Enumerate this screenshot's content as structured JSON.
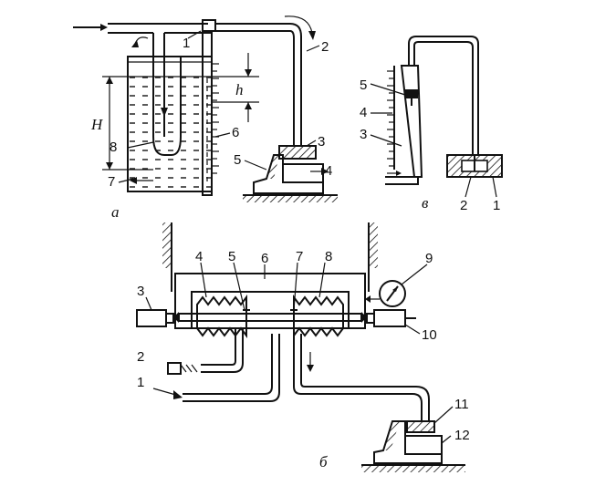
{
  "panel_a": {
    "caption": "а",
    "labels": {
      "n1": "1",
      "n2": "2",
      "n3": "3",
      "n4": "4",
      "n5": "5",
      "n6": "6",
      "n7": "7",
      "n8": "8",
      "H": "H",
      "h": "h"
    }
  },
  "panel_b": {
    "caption": "б",
    "labels": {
      "n1": "1",
      "n2": "2",
      "n3": "3",
      "n4": "4",
      "n5": "5",
      "n6": "6",
      "n7": "7",
      "n8": "8",
      "n9": "9",
      "n10": "10",
      "n11": "11",
      "n12": "12"
    }
  },
  "panel_v": {
    "caption": "в",
    "labels": {
      "n1": "1",
      "n2": "2",
      "n3": "3",
      "n4": "4",
      "n5": "5"
    }
  }
}
